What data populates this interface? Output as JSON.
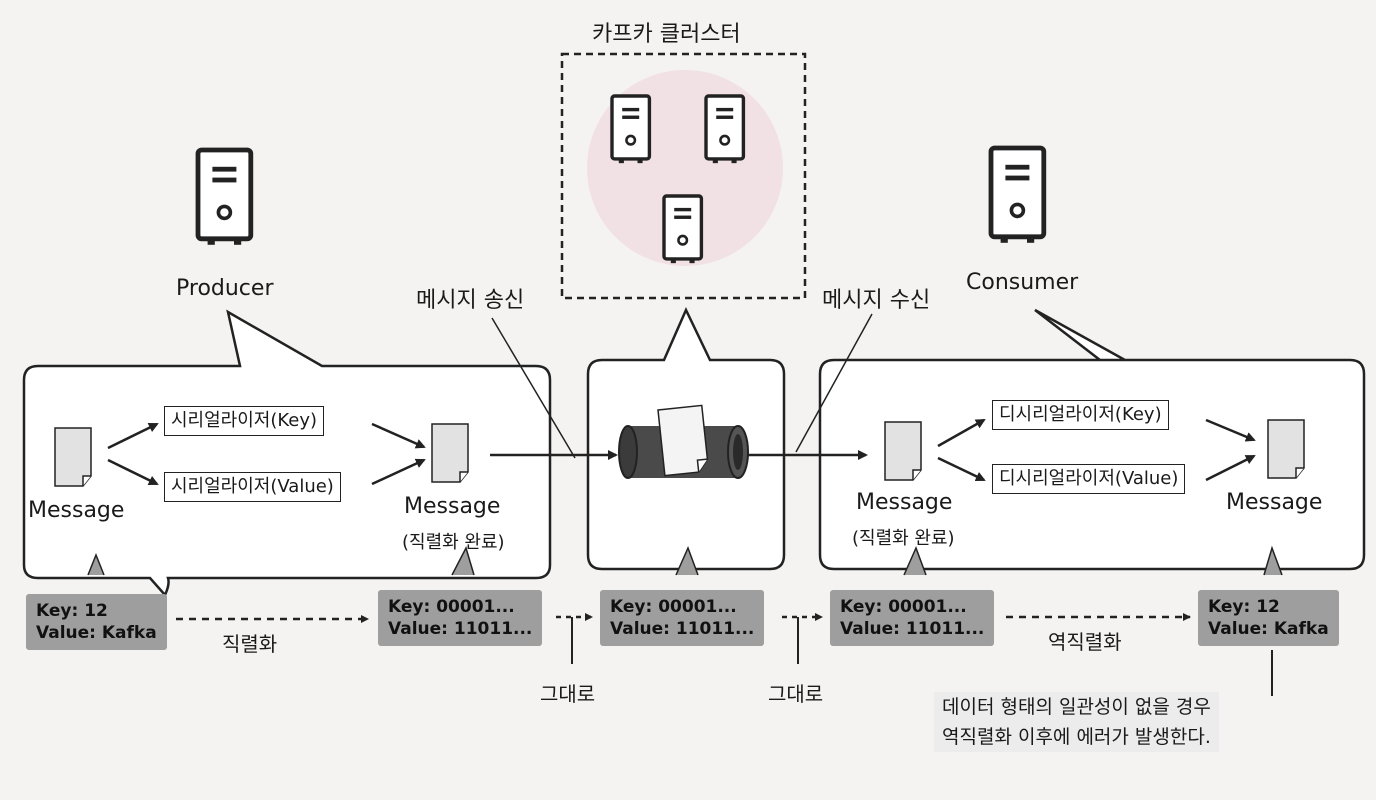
{
  "cluster": {
    "title": "카프카 클러스터"
  },
  "producer": {
    "label": "Producer"
  },
  "consumer": {
    "label": "Consumer"
  },
  "arrows": {
    "send": "메시지 송신",
    "receive": "메시지 수신"
  },
  "producer_box": {
    "message_in": "Message",
    "serializer_key": "시리얼라이저(Key)",
    "serializer_value": "시리얼라이저(Value)",
    "message_out": "Message",
    "message_out_note": "(직렬화 완료)"
  },
  "consumer_box": {
    "message_in": "Message",
    "message_in_note": "(직렬화 완료)",
    "deserializer_key": "디시리얼라이저(Key)",
    "deserializer_value": "디시리얼라이저(Value)",
    "message_out": "Message"
  },
  "kv_boxes": [
    {
      "key": "Key: 12",
      "value": "Value: Kafka"
    },
    {
      "key": "Key: 00001...",
      "value": "Value: 11011..."
    },
    {
      "key": "Key: 00001...",
      "value": "Value: 11011..."
    },
    {
      "key": "Key: 00001...",
      "value": "Value: 11011..."
    },
    {
      "key": "Key: 12",
      "value": "Value: Kafka"
    }
  ],
  "flow": {
    "serialize": "직렬화",
    "as_is_1": "그대로",
    "as_is_2": "그대로",
    "deserialize": "역직렬화"
  },
  "note": {
    "line1": "데이터 형태의 일관성이 없을 경우",
    "line2": "역직렬화 이후에 에러가 발생한다."
  }
}
